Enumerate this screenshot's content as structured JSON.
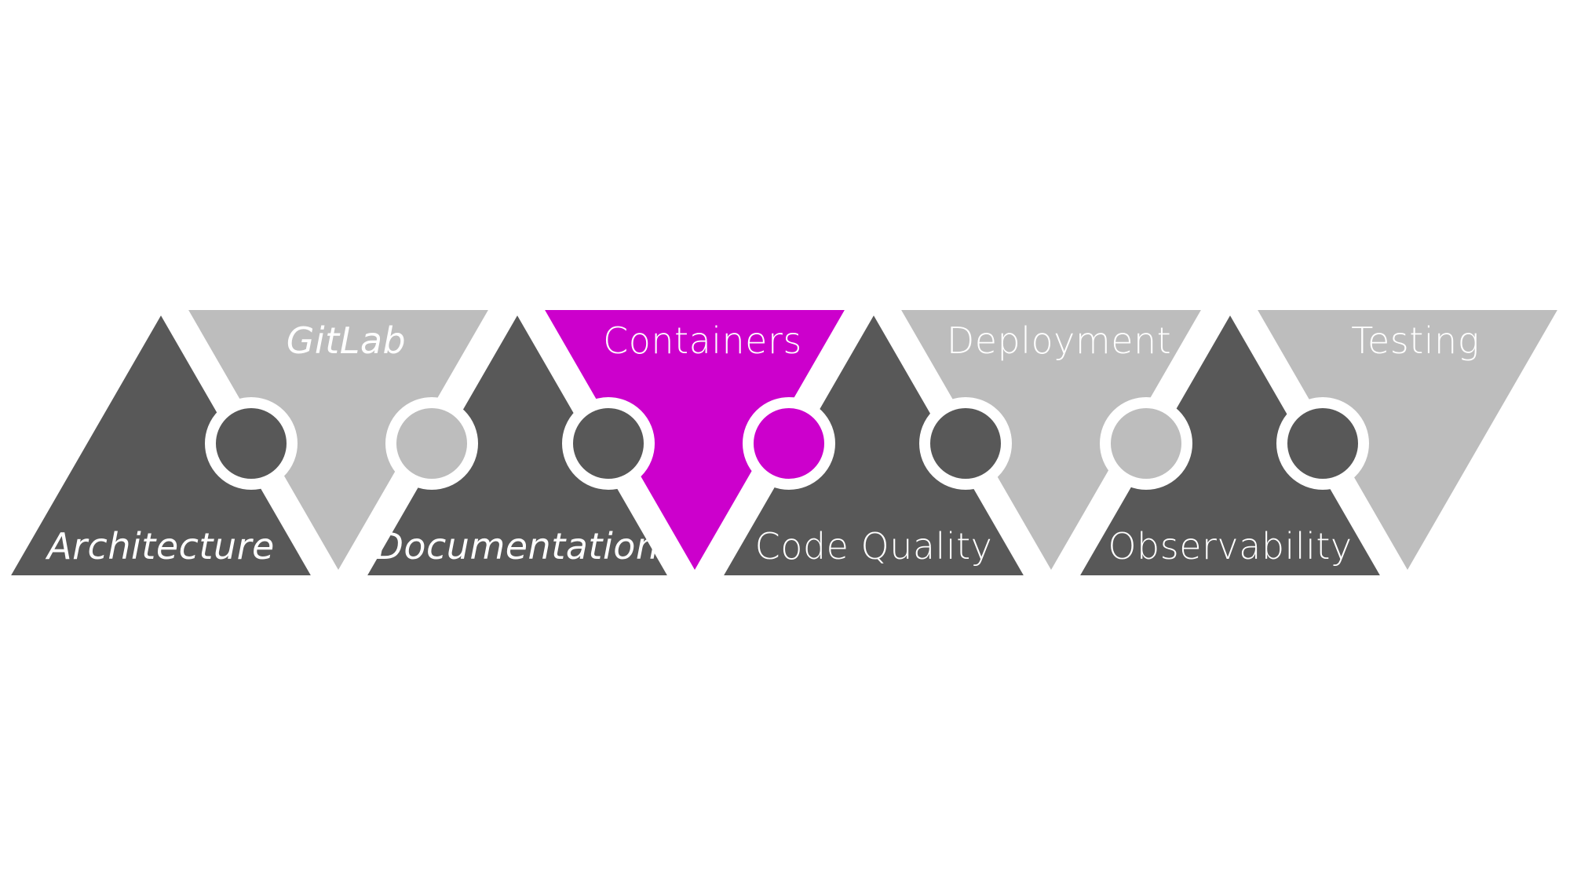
{
  "colors": {
    "dark": "#585858",
    "light": "#bdbdbd",
    "accent": "#cc00cc",
    "background": "#ffffff",
    "text": "#ffffff"
  },
  "pieces": [
    {
      "label": "Architecture",
      "orientation": "up",
      "color": "dark",
      "italic": true
    },
    {
      "label": "GitLab",
      "orientation": "down",
      "color": "light",
      "italic": true
    },
    {
      "label": "Documentation",
      "orientation": "up",
      "color": "dark",
      "italic": true
    },
    {
      "label": "Containers",
      "orientation": "down",
      "color": "accent",
      "italic": false
    },
    {
      "label": "Code Quality",
      "orientation": "up",
      "color": "dark",
      "italic": false
    },
    {
      "label": "Deployment",
      "orientation": "down",
      "color": "light",
      "italic": false
    },
    {
      "label": "Observability",
      "orientation": "up",
      "color": "dark",
      "italic": false
    },
    {
      "label": "Testing",
      "orientation": "down",
      "color": "light",
      "italic": false
    }
  ]
}
